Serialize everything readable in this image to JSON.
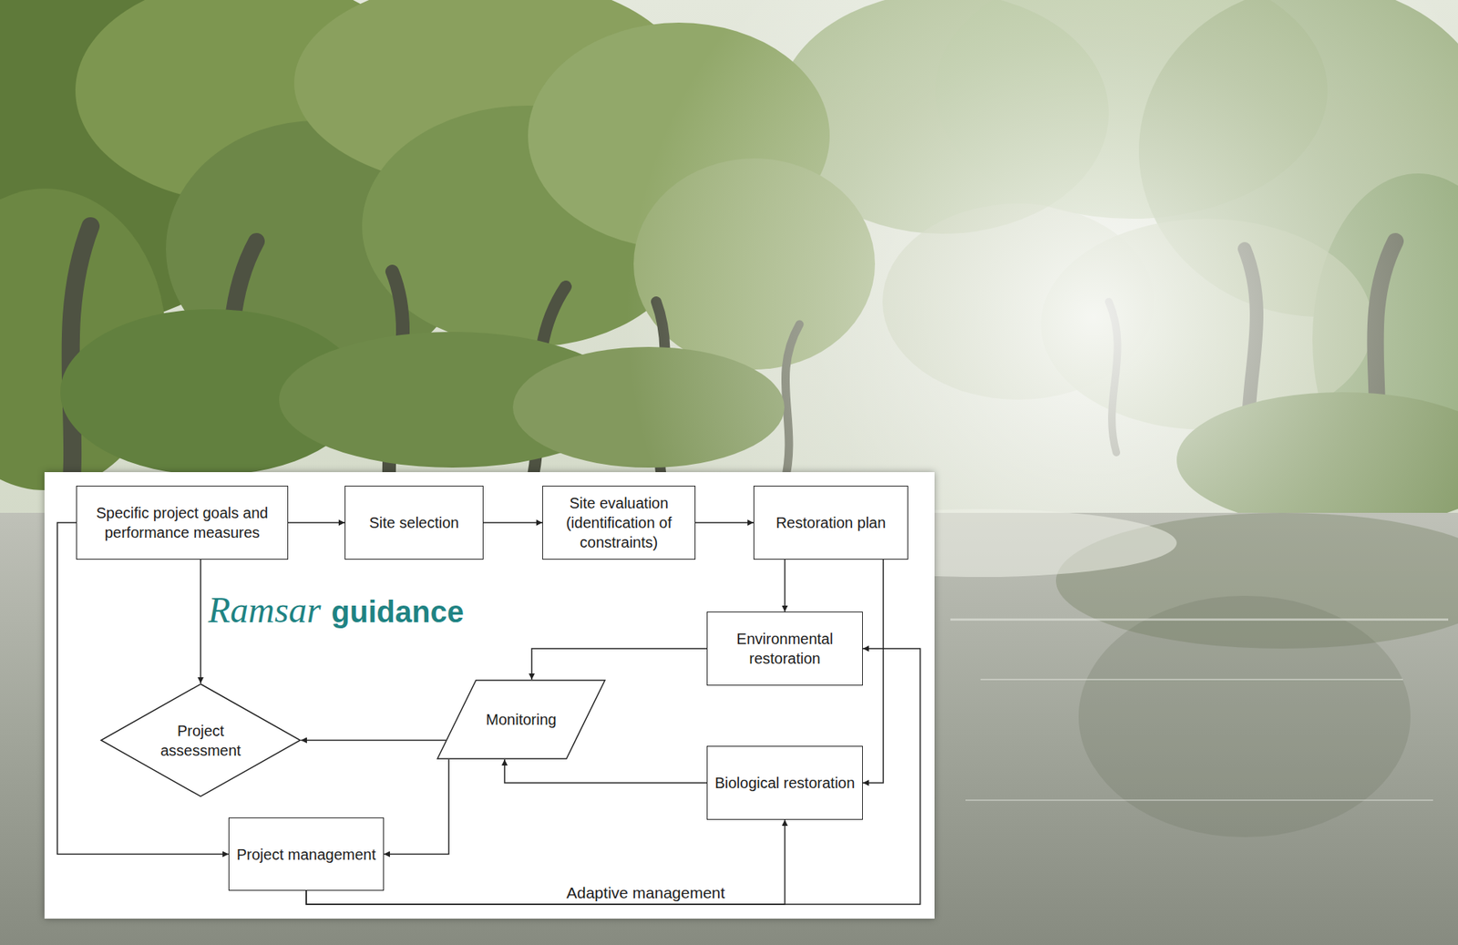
{
  "diagram": {
    "nodes": [
      {
        "text": [
          "Specific project goals and performance measures"
        ]
      },
      {
        "text": [
          "Site selection"
        ]
      },
      {
        "text": [
          "Site evaluation (identification of constraints)"
        ]
      },
      {
        "text": [
          "Restoration plan"
        ]
      },
      {
        "text": [
          "Environmental restoration"
        ]
      },
      {
        "text": [
          "Biological restoration"
        ]
      },
      {
        "text": [
          "Monitoring"
        ]
      },
      {
        "text": [
          "Project assessment"
        ]
      },
      {
        "text": [
          "Project management"
        ]
      }
    ],
    "edges": [
      {
        "from": 0,
        "to": 1,
        "arrow": "to"
      },
      {
        "from": 1,
        "to": 2,
        "arrow": "to"
      },
      {
        "from": 2,
        "to": 3,
        "arrow": "to"
      },
      {
        "from": 3,
        "to": 4,
        "arrow": "to"
      },
      {
        "from": 3,
        "to": 5,
        "arrow": "to"
      },
      {
        "from": 0,
        "to": 7,
        "arrow": "to"
      },
      {
        "from": 4,
        "to": 6,
        "arrow": "to"
      },
      {
        "from": 6,
        "to": 7,
        "arrow": "to"
      },
      {
        "from": 5,
        "to": 6,
        "arrow": "to"
      },
      {
        "from": 6,
        "to": 8,
        "arrow": "to"
      },
      {
        "from": 0,
        "to": 8,
        "arrow": "to"
      },
      {
        "from": 8,
        "to": 5,
        "label": "Adaptive management",
        "arrow": "to"
      },
      {
        "from": 8,
        "to": 4,
        "arrow": "to"
      }
    ],
    "labels": [
      "Ramsar",
      "guidance"
    ]
  }
}
